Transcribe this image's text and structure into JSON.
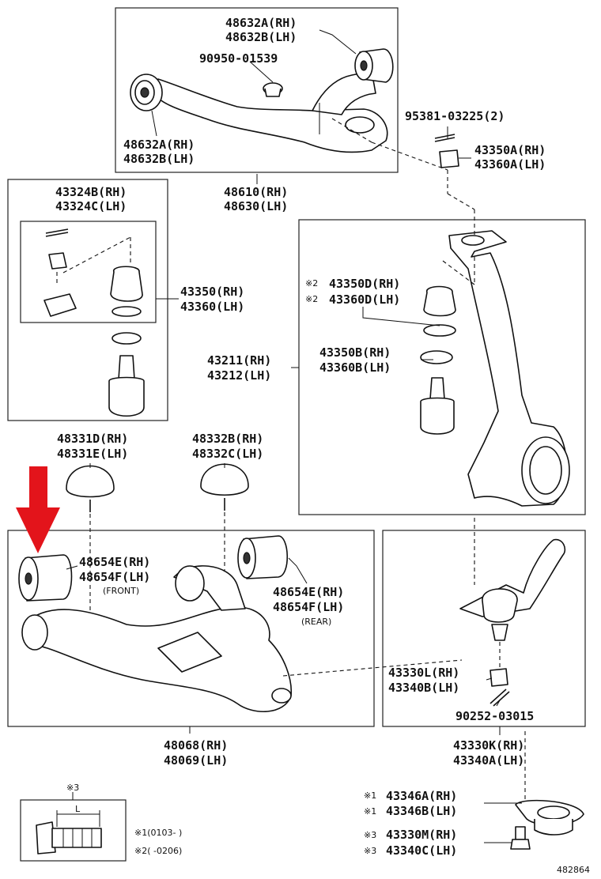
{
  "labels": {
    "ua_bush": [
      "48632A(RH)",
      "48632B(LH)"
    ],
    "ua_bush_left": [
      "48632A(RH)",
      "48632B(LH)"
    ],
    "ua_plug": "90950-01539",
    "cotter_pin_top": "95381-03225(2)",
    "ua_nut": [
      "43350A(RH)",
      "43360A(LH)"
    ],
    "upper_arm": [
      "48610(RH)",
      "48630(LH)"
    ],
    "bj_kit_set": [
      "43324B(RH)",
      "43324C(LH)"
    ],
    "upper_bj_assy": [
      "43350(RH)",
      "43360(LH)"
    ],
    "bj_boot": [
      "43350D(RH)",
      "43360D(LH)"
    ],
    "bj_boot_mark": "※2",
    "snap_ring": [
      "43350B(RH)",
      "43360B(LH)"
    ],
    "knuckle": [
      "43211(RH)",
      "43212(LH)"
    ],
    "bump_stop_front": [
      "48331D(RH)",
      "48331E(LH)"
    ],
    "bump_stop_rear": [
      "48332B(RH)",
      "48332C(LH)"
    ],
    "la_bush_front": [
      "48654E(RH)",
      "48654F(LH)"
    ],
    "la_bush_front_note": "(FRONT)",
    "la_bush_rear": [
      "48654E(RH)",
      "48654F(LH)"
    ],
    "la_bush_rear_note": "(REAR)",
    "lower_bj_nut": [
      "43330L(RH)",
      "43340B(LH)"
    ],
    "cotter_pin_bottom": "90252-03015",
    "lower_arm": [
      "48068(RH)",
      "48069(LH)"
    ],
    "lower_bj": [
      "43330K(RH)",
      "43340A(LH)"
    ],
    "dust_cover": [
      "43346A(RH)",
      "43346B(LH)"
    ],
    "dust_cover_mark": "※1",
    "lower_bj_bolt": [
      "43330M(RH)",
      "43340C(LH)"
    ],
    "bolt_mark": "※3",
    "inset_mark": "※3",
    "inset_dim": "L",
    "note1": "※1(0103-      )",
    "note2": "※2(      -0206)",
    "figure_number": "482864"
  },
  "colors": {
    "indicator_arrow": "#e3141b",
    "line": "#111111"
  },
  "icons": {
    "indicator": "red-down-arrow-icon"
  }
}
